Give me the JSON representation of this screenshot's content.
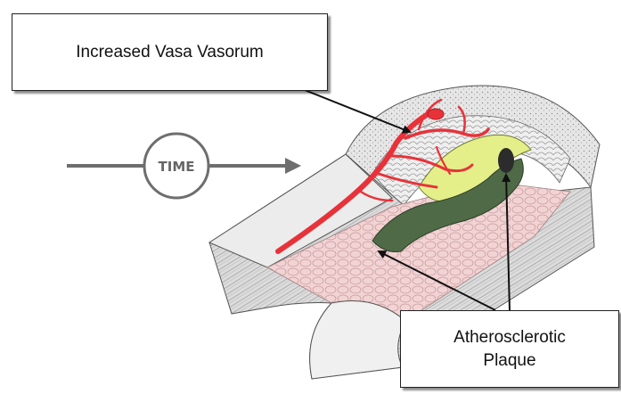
{
  "labels": {
    "vasa_vasorum": "Increased Vasa Vasorum",
    "plaque_line1": "Atherosclerotic",
    "plaque_line2": "Plaque"
  },
  "time_marker": {
    "text": "TIME",
    "icon": "arrow-right-icon"
  },
  "colors": {
    "vessel_red": "#e8323a",
    "plaque_yellow": "#e4ef8a",
    "plaque_green": "#4f6a46",
    "lumen_pink": "#f2cfd0",
    "arrow_gray": "#6e6e6e"
  }
}
